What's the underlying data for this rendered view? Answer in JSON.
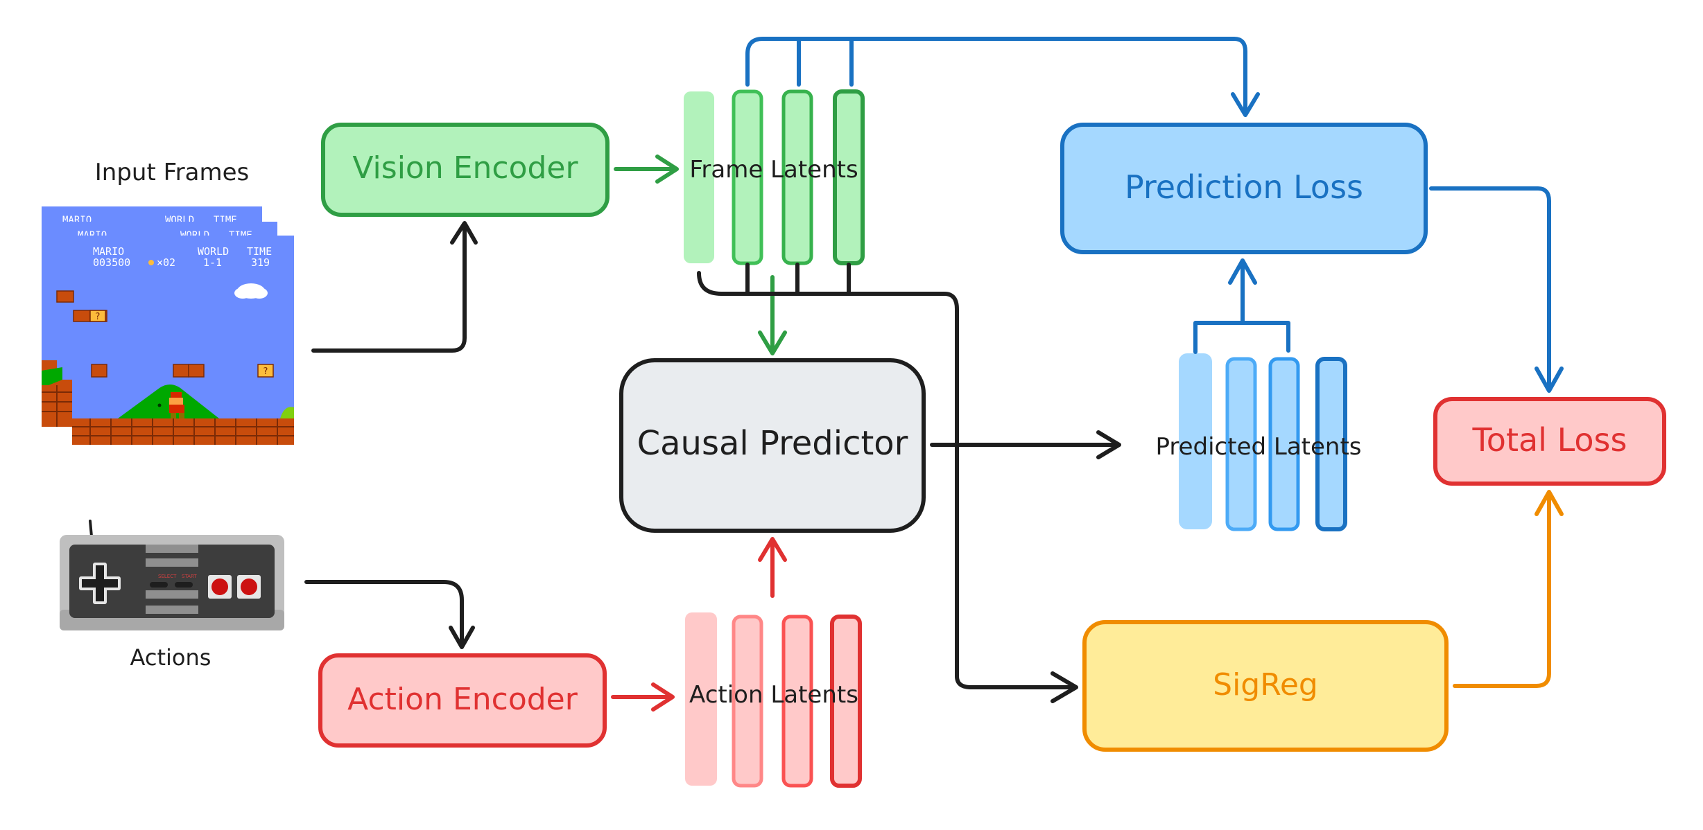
{
  "labels": {
    "input_frames": "Input Frames",
    "actions": "Actions",
    "vision_encoder": "Vision Encoder",
    "action_encoder": "Action Encoder",
    "frame_latents": "Frame Latents",
    "action_latents": "Action Latents",
    "causal_predictor": "Causal Predictor",
    "predicted_latents": "Predicted Latents",
    "prediction_loss": "Prediction Loss",
    "sigreg": "SigReg",
    "total_loss": "Total Loss"
  },
  "game_hud": {
    "player": "MARIO",
    "score": "003500",
    "coins": "×02",
    "world_label": "WORLD",
    "world_value": "1-1",
    "time_label": "TIME",
    "time_value": "319"
  },
  "controller": {
    "select_label": "SELECT",
    "start_label": "START"
  },
  "colors": {
    "green_fill": "#b2f2bb",
    "green_stroke": "#2f9e44",
    "blue_fill": "#a5d8ff",
    "blue_stroke": "#1971c2",
    "red_fill": "#ffc9c9",
    "red_stroke": "#e03131",
    "yellow_fill": "#ffec99",
    "orange_stroke": "#f08c00",
    "gray_fill": "#e9ecef",
    "dark_stroke": "#1e1e1e",
    "sky": "#6b8cff"
  }
}
